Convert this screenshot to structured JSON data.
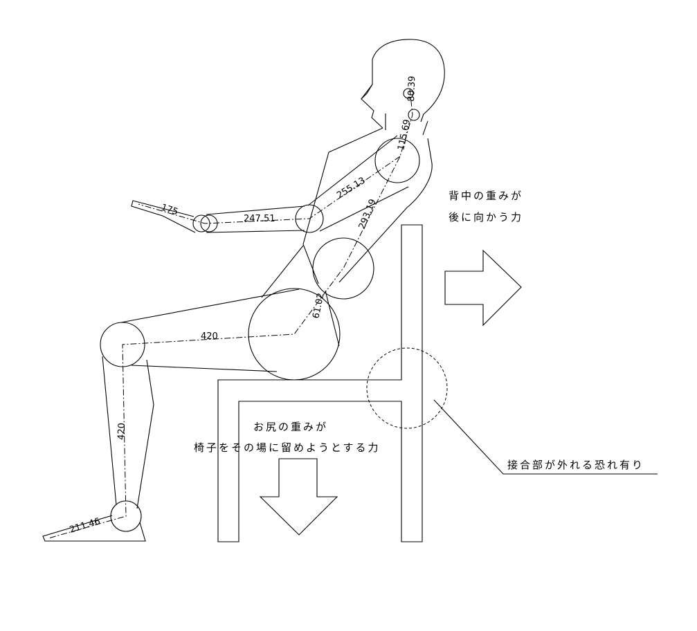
{
  "dimensions": {
    "head": "80.39",
    "neck": "115.69",
    "upper_arm": "255.13",
    "torso": "293.19",
    "pelvis": "61.02",
    "forearm": "247.51",
    "hand": "175",
    "thigh": "420",
    "shin": "420",
    "foot": "211.46"
  },
  "annotations": {
    "back_force_line1": "背中の重みが",
    "back_force_line2": "後に向かう力",
    "hip_force_line1": "お尻の重みが",
    "hip_force_line2": "椅子をその場に留めようとする力",
    "joint_warning": "接合部が外れる恐れ有り"
  }
}
